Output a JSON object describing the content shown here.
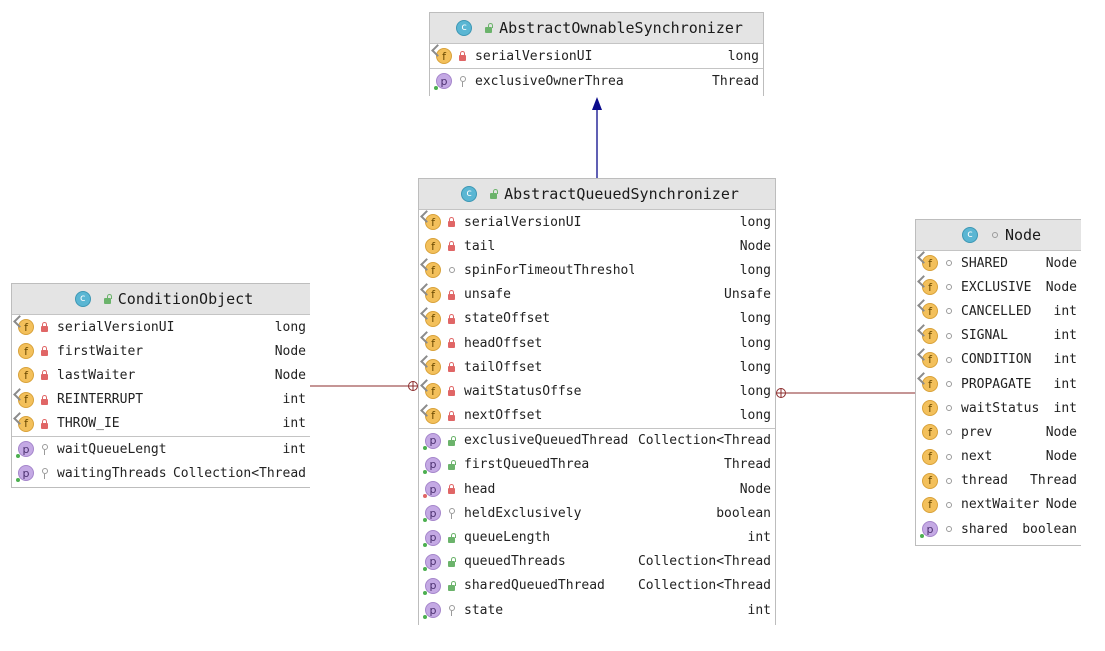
{
  "colors": {
    "header_bg": "#e4e4e4",
    "inherit_arrow": "#0b0b8c",
    "inner_link": "#8b2b2b",
    "field_icon": "#f3c05b",
    "property_icon": "#c4a9e4",
    "class_icon": "#5ab6d3"
  },
  "aos": {
    "class_icon": "c",
    "title": "AbstractOwnableSynchronizer",
    "fields": [
      {
        "icon": "f",
        "static": true,
        "mod": "lock",
        "name": "serialVersionUI",
        "type": "long"
      }
    ],
    "props": [
      {
        "icon": "p",
        "static": false,
        "mod": "key",
        "name": "exclusiveOwnerThrea",
        "type": "Thread"
      }
    ]
  },
  "aqs": {
    "class_icon": "c",
    "title": "AbstractQueuedSynchronizer",
    "fields": [
      {
        "icon": "f",
        "static": true,
        "mod": "lock",
        "name": "serialVersionUI",
        "type": "long"
      },
      {
        "icon": "f",
        "static": false,
        "mod": "lock",
        "name": "tail",
        "type": "Node"
      },
      {
        "icon": "f",
        "static": true,
        "mod": "pkg",
        "name": "spinForTimeoutThreshol",
        "type": "long"
      },
      {
        "icon": "f",
        "static": true,
        "mod": "lock",
        "name": "unsafe",
        "type": "Unsafe"
      },
      {
        "icon": "f",
        "static": true,
        "mod": "lock",
        "name": "stateOffset",
        "type": "long"
      },
      {
        "icon": "f",
        "static": true,
        "mod": "lock",
        "name": "headOffset",
        "type": "long"
      },
      {
        "icon": "f",
        "static": true,
        "mod": "lock",
        "name": "tailOffset",
        "type": "long"
      },
      {
        "icon": "f",
        "static": true,
        "mod": "lock",
        "name": "waitStatusOffse",
        "type": "long"
      },
      {
        "icon": "f",
        "static": true,
        "mod": "lock",
        "name": "nextOffset",
        "type": "long"
      }
    ],
    "props": [
      {
        "icon": "p",
        "static": false,
        "mod": "pub",
        "name": "exclusiveQueuedThread",
        "type": "Collection<Thread"
      },
      {
        "icon": "p",
        "static": false,
        "mod": "pub",
        "name": "firstQueuedThrea",
        "type": "Thread"
      },
      {
        "icon": "p",
        "static": false,
        "mod": "lock",
        "name": "head",
        "type": "Node"
      },
      {
        "icon": "p",
        "static": false,
        "mod": "key",
        "name": "heldExclusively",
        "type": "boolean"
      },
      {
        "icon": "p",
        "static": false,
        "mod": "pub",
        "name": "queueLength",
        "type": "int"
      },
      {
        "icon": "p",
        "static": false,
        "mod": "pub",
        "name": "queuedThreads",
        "type": "Collection<Thread"
      },
      {
        "icon": "p",
        "static": false,
        "mod": "pub",
        "name": "sharedQueuedThread",
        "type": "Collection<Thread"
      },
      {
        "icon": "p",
        "static": false,
        "mod": "key",
        "name": "state",
        "type": "int"
      }
    ]
  },
  "cond": {
    "class_icon": "c",
    "title": "ConditionObject",
    "fields": [
      {
        "icon": "f",
        "static": true,
        "mod": "lock",
        "name": "serialVersionUI",
        "type": "long"
      },
      {
        "icon": "f",
        "static": false,
        "mod": "lock",
        "name": "firstWaiter",
        "type": "Node"
      },
      {
        "icon": "f",
        "static": false,
        "mod": "lock",
        "name": "lastWaiter",
        "type": "Node"
      },
      {
        "icon": "f",
        "static": true,
        "mod": "lock",
        "name": "REINTERRUPT",
        "type": "int"
      },
      {
        "icon": "f",
        "static": true,
        "mod": "lock",
        "name": "THROW_IE",
        "type": "int"
      }
    ],
    "props": [
      {
        "icon": "p",
        "static": false,
        "mod": "key",
        "name": "waitQueueLengt",
        "type": "int"
      },
      {
        "icon": "p",
        "static": false,
        "mod": "key",
        "name": "waitingThreads",
        "type": "Collection<Thread"
      }
    ]
  },
  "node": {
    "class_icon": "c",
    "title": "Node",
    "fields": [
      {
        "icon": "f",
        "static": true,
        "mod": "pkg",
        "name": "SHARED",
        "type": "Node"
      },
      {
        "icon": "f",
        "static": true,
        "mod": "pkg",
        "name": "EXCLUSIVE",
        "type": "Node"
      },
      {
        "icon": "f",
        "static": true,
        "mod": "pkg",
        "name": "CANCELLED",
        "type": "int"
      },
      {
        "icon": "f",
        "static": true,
        "mod": "pkg",
        "name": "SIGNAL",
        "type": "int"
      },
      {
        "icon": "f",
        "static": true,
        "mod": "pkg",
        "name": "CONDITION",
        "type": "int"
      },
      {
        "icon": "f",
        "static": true,
        "mod": "pkg",
        "name": "PROPAGATE",
        "type": "int"
      },
      {
        "icon": "f",
        "static": false,
        "mod": "pkg",
        "name": "waitStatus",
        "type": "int"
      },
      {
        "icon": "f",
        "static": false,
        "mod": "pkg",
        "name": "prev",
        "type": "Node"
      },
      {
        "icon": "f",
        "static": false,
        "mod": "pkg",
        "name": "next",
        "type": "Node"
      },
      {
        "icon": "f",
        "static": false,
        "mod": "pkg",
        "name": "thread",
        "type": "Thread"
      },
      {
        "icon": "f",
        "static": false,
        "mod": "pkg",
        "name": "nextWaiter",
        "type": "Node"
      },
      {
        "icon": "p",
        "static": false,
        "mod": "pkg",
        "name": "shared",
        "type": "boolean"
      }
    ],
    "props": []
  }
}
